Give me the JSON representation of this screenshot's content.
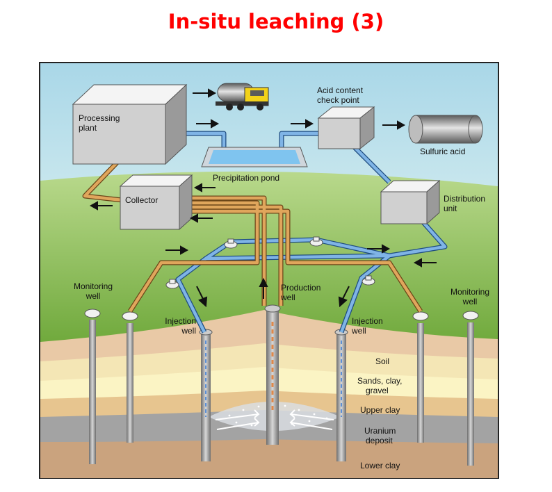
{
  "title": "In-situ leaching (3)",
  "labels": {
    "processing_plant": [
      "Processing",
      "plant"
    ],
    "acid_check": [
      "Acid content",
      "check point"
    ],
    "sulfuric_acid": "Sulfuric acid",
    "precipitation_pond": "Precipitation pond",
    "collector": "Collector",
    "distribution_unit": [
      "Distribution",
      "unit"
    ],
    "monitoring_well_left": [
      "Monitoring",
      "well"
    ],
    "monitoring_well_right": [
      "Monitoring",
      "well"
    ],
    "production_well": [
      "Production",
      "well"
    ],
    "injection_well_left": [
      "Injection",
      "well"
    ],
    "injection_well_right": [
      "Injection",
      "well"
    ],
    "soil": "Soil",
    "sands": [
      "Sands, clay,",
      "gravel"
    ],
    "upper_clay": "Upper clay",
    "uranium_deposit": [
      "Uranium",
      "deposit"
    ],
    "lower_clay": "Lower clay"
  },
  "colors": {
    "title": "#ff0000",
    "acid_pipe": "#6aa6e0",
    "pregnant_pipe": "#d79a4e",
    "sky": "#bfe3ee",
    "grass": "#8cc04f",
    "lower_clay": "#c9a27c",
    "uranium_layer": "#9a9a9a"
  }
}
